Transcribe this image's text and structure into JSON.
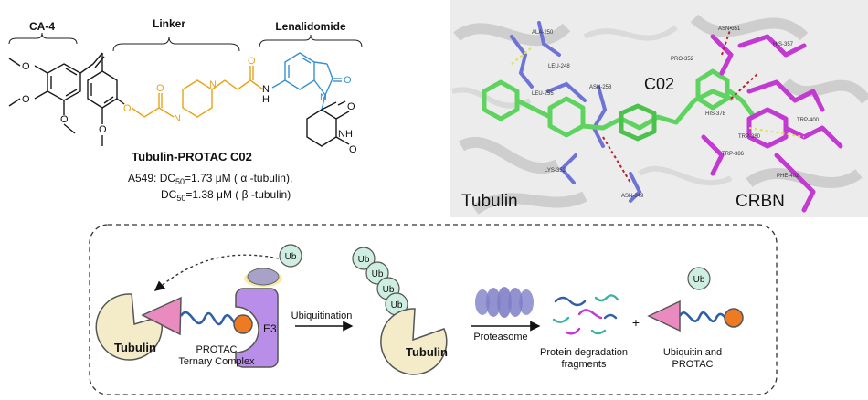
{
  "structure": {
    "brackets": {
      "ca4": "CA-4",
      "linker": "Linker",
      "lenalidomide": "Lenalidomide"
    },
    "atoms": {
      "o": "O",
      "n": "N",
      "h": "H",
      "nh": "NH"
    },
    "compound_name": "Tubulin-PROTAC C02",
    "activity": {
      "line1_prefix": "A549: DC",
      "line2_prefix": "DC",
      "subscript": "50",
      "line1_value": "=1.73 μM ( α -tubulin),",
      "line2_value": "=1.38 μM ( β -tubulin)"
    }
  },
  "docking": {
    "label_c02": "C02",
    "label_tubulin": "Tubulin",
    "label_crbn": "CRBN",
    "residues": [
      "ALA-250",
      "LEU-248",
      "LEU-255",
      "ASN-258",
      "LYS-352",
      "ASN-349",
      "PRO-352",
      "ASN-351",
      "HIS-357",
      "HIS-378",
      "TRP-380",
      "TRP-400",
      "TRP-386",
      "PHE-402"
    ]
  },
  "mechanism": {
    "tubulin": "Tubulin",
    "ub": "Ub",
    "e3": "E3",
    "ternary_line1": "PROTAC",
    "ternary_line2": "Ternary Complex",
    "ubiquitination": "Ubiquitination",
    "proteasome": "Proteasome",
    "fragments_line1": "Protein degradation",
    "fragments_line2": "fragments",
    "plus": "+",
    "ub_protac_line1": "Ubiquitin and",
    "ub_protac_line2": "PROTAC"
  },
  "colors": {
    "ca4_bonds": "#1a1a1a",
    "linker_orange": "#e8a317",
    "lenalidomide_blue": "#3a8fd0",
    "carbon_green": "#5fd35f",
    "tubulin_residue": "#6e73d6",
    "crbn_residue": "#c23ad1",
    "pacman": "#f4ecc9",
    "protac_triangle": "#e98bbf",
    "e3_purple": "#b98ee8",
    "ub_circle": "#cdeee0",
    "ligase_orange": "#ee7a21",
    "linker_wave": "#2f5fa8"
  }
}
